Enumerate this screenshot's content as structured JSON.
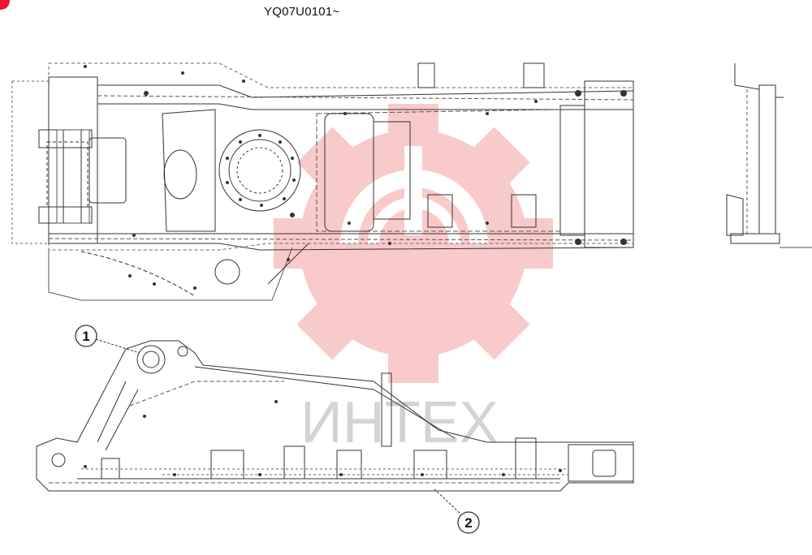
{
  "header": {
    "serial_code": "YQ07U0101~"
  },
  "watermark": {
    "text": "ИНТЕХ"
  },
  "callouts": [
    {
      "number": "1"
    },
    {
      "number": "2"
    }
  ],
  "colors": {
    "line": "#333333",
    "dash": "#555555",
    "watermark": "#f7b9b9",
    "watermark_text": "#c9c9c9",
    "corner_mark": "#e8192c"
  }
}
